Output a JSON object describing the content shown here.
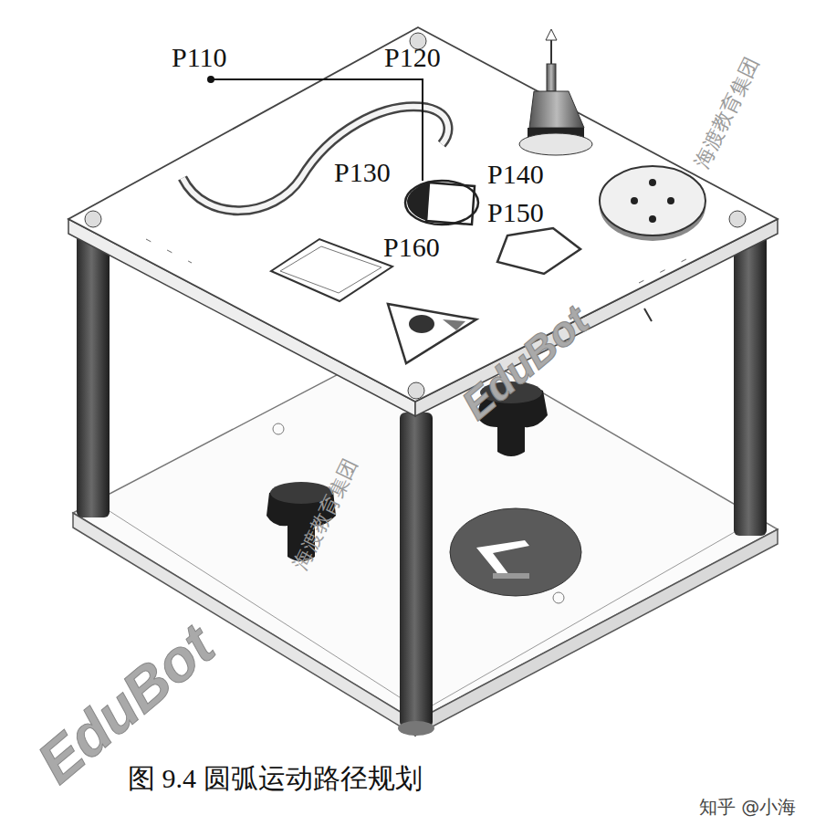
{
  "diagram": {
    "caption": "图 9.4  圆弧运动路径规划",
    "labels": [
      "P110",
      "P120",
      "P130",
      "P140",
      "P150",
      "P160",
      "海渡教育集团",
      "EduBot",
      "海渡教育集团",
      "EduBot",
      "知乎 @小海"
    ]
  }
}
